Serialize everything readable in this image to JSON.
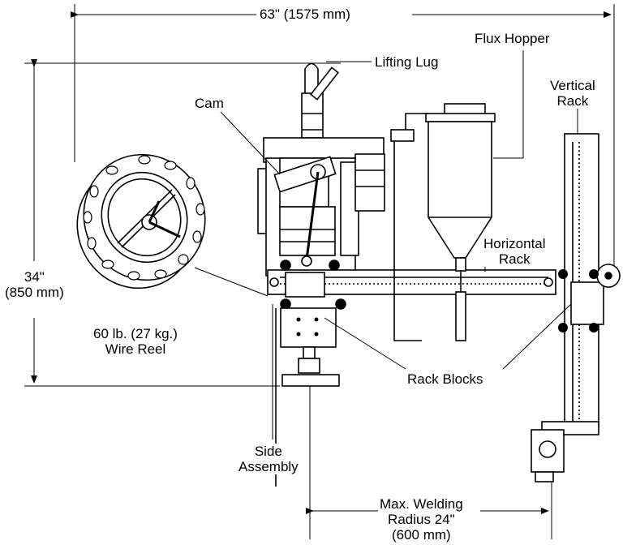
{
  "dimensions": {
    "width_label": "63\" (1575 mm)",
    "height_label_line1": "34\"",
    "height_label_line2": "(850 mm)",
    "radius_label_line1": "Max. Welding",
    "radius_label_line2": "Radius 24\"",
    "radius_label_line3": "(600 mm)"
  },
  "callouts": {
    "flux_hopper": "Flux Hopper",
    "lifting_lug": "Lifting Lug",
    "cam": "Cam",
    "vertical_rack_line1": "Vertical",
    "vertical_rack_line2": "Rack",
    "horizontal_rack_line1": "Horizontal",
    "horizontal_rack_line2": "Rack",
    "wire_reel_line1": "60 lb. (27 kg.)",
    "wire_reel_line2": "Wire Reel",
    "rack_blocks": "Rack Blocks",
    "side_assembly_line1": "Side",
    "side_assembly_line2": "Assembly"
  },
  "colors": {
    "line": "#000000",
    "background": "#ffffff"
  }
}
